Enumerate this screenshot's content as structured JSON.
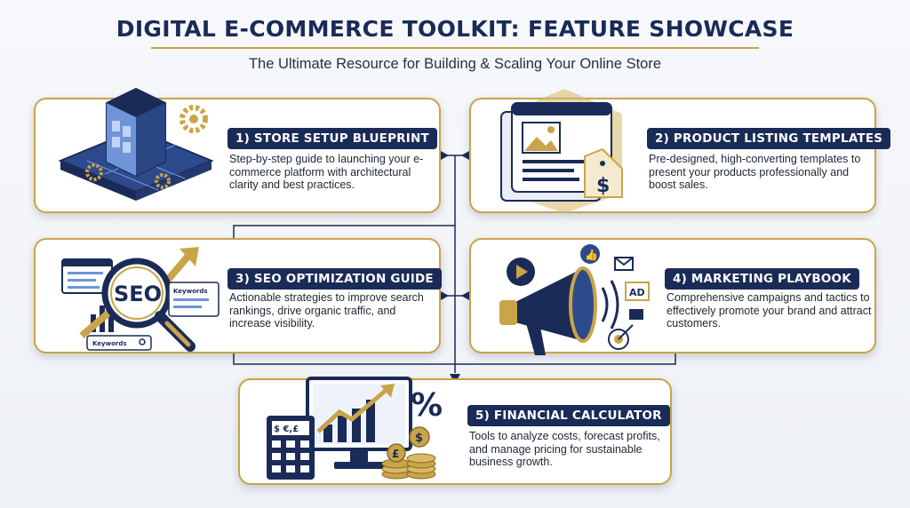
{
  "header": {
    "title": "DIGITAL E-COMMERCE TOOLKIT: FEATURE SHOWCASE",
    "subtitle": "The Ultimate Resource for Building & Scaling Your Online Store"
  },
  "colors": {
    "navy": "#1a2b57",
    "gold": "#c9a448",
    "card_bg": "#ffffff",
    "background": "#f3f5f9"
  },
  "features": [
    {
      "label": "1) STORE SETUP BLUEPRINT",
      "description": "Step-by-step guide to launching your e-commerce platform with architectural clarity and best practices.",
      "icon": "building-blueprint-gear-icon"
    },
    {
      "label": "2) PRODUCT LISTING TEMPLATES",
      "description": "Pre-designed, high-converting templates to present your products professionally and boost sales.",
      "icon": "product-template-price-tag-icon"
    },
    {
      "label": "3) SEO OPTIMIZATION GUIDE",
      "description": "Actionable strategies to improve search rankings, drive organic traffic, and increase visibility.",
      "icon": "seo-magnifier-growth-arrow-icon",
      "icon_text": {
        "seo": "SEO",
        "keywords": "Keywords"
      }
    },
    {
      "label": "4) MARKETING PLAYBOOK",
      "description": "Comprehensive campaigns and tactics to effectively promote your brand and attract customers.",
      "icon": "megaphone-social-icon",
      "icon_text": {
        "ad": "AD"
      }
    },
    {
      "label": "5) FINANCIAL CALCULATOR",
      "description": "Tools to analyze costs, forecast profits, and manage pricing for sustainable business growth.",
      "icon": "calculator-chart-coins-icon",
      "icon_text": {
        "currency": "$ €,£",
        "percent": "%"
      }
    }
  ]
}
